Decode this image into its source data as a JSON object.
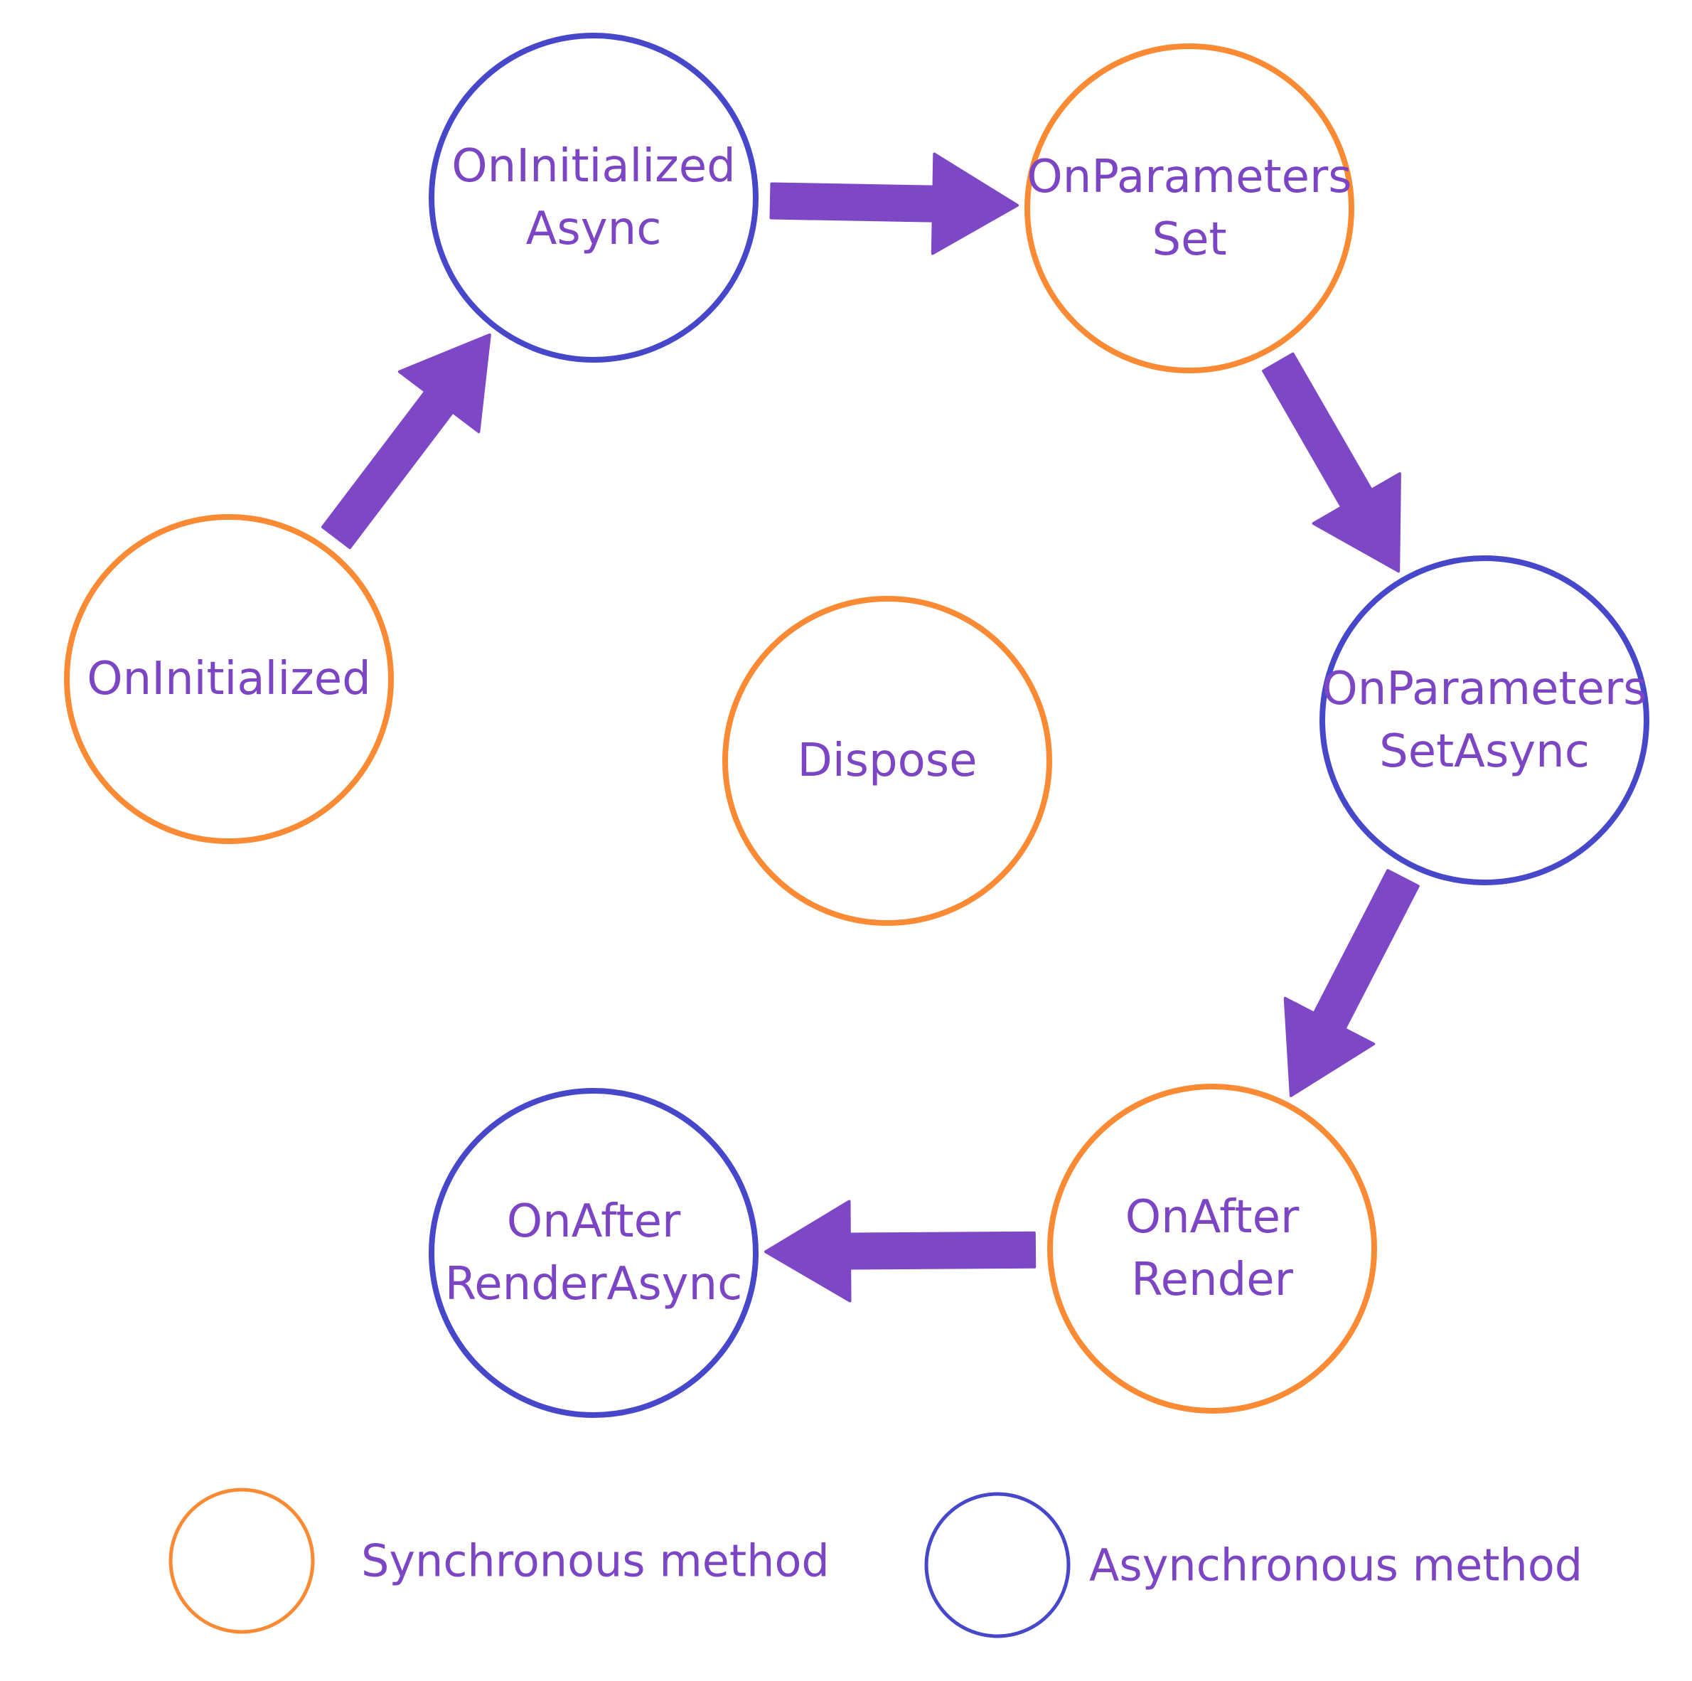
{
  "colors": {
    "synchronous": "#fb8a35",
    "asynchronous": "#4747c9",
    "arrow": "#7d47c6",
    "text": "#7b45c4"
  },
  "nodes": [
    {
      "id": "oninitialized",
      "kind": "synchronous",
      "lines": [
        "OnInitialized"
      ]
    },
    {
      "id": "oninitialized-async",
      "kind": "asynchronous",
      "lines": [
        "OnInitialized",
        "Async"
      ]
    },
    {
      "id": "onparameters-set",
      "kind": "synchronous",
      "lines": [
        "OnParameters",
        "Set"
      ]
    },
    {
      "id": "onparameters-set-async",
      "kind": "asynchronous",
      "lines": [
        "OnParameters",
        "SetAsync"
      ]
    },
    {
      "id": "onafter-render",
      "kind": "synchronous",
      "lines": [
        "OnAfter",
        "Render"
      ]
    },
    {
      "id": "onafter-render-async",
      "kind": "asynchronous",
      "lines": [
        "OnAfter",
        "RenderAsync"
      ]
    },
    {
      "id": "dispose",
      "kind": "synchronous",
      "lines": [
        "Dispose"
      ]
    }
  ],
  "edges": [
    {
      "from": "oninitialized",
      "to": "oninitialized-async"
    },
    {
      "from": "oninitialized-async",
      "to": "onparameters-set"
    },
    {
      "from": "onparameters-set",
      "to": "onparameters-set-async"
    },
    {
      "from": "onparameters-set-async",
      "to": "onafter-render"
    },
    {
      "from": "onafter-render",
      "to": "onafter-render-async"
    }
  ],
  "legend": [
    {
      "kind": "synchronous",
      "label": "Synchronous method"
    },
    {
      "kind": "asynchronous",
      "label": "Asynchronous method"
    }
  ]
}
